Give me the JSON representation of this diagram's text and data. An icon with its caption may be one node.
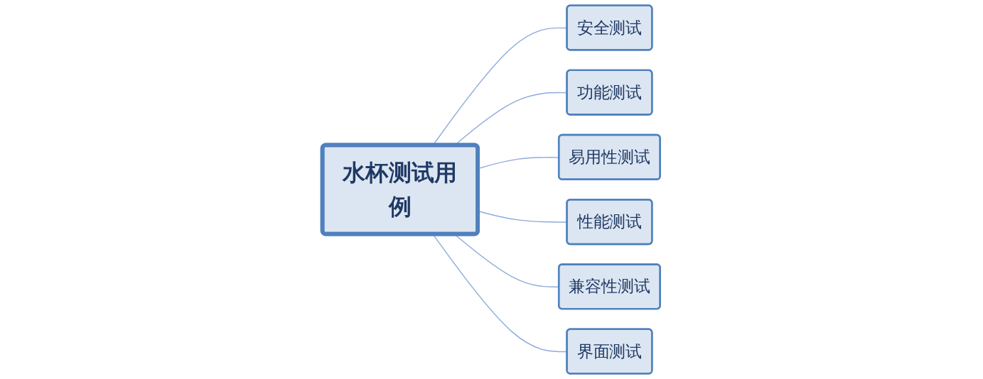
{
  "diagram": {
    "nodes": [
      {
        "text": [
          "水杯测试用例"
        ]
      },
      {
        "text": [
          "安全测试"
        ]
      },
      {
        "text": [
          "功能测试"
        ]
      },
      {
        "text": [
          "易用性测试"
        ]
      },
      {
        "text": [
          "性能测试"
        ]
      },
      {
        "text": [
          "兼容性测试"
        ]
      },
      {
        "text": [
          "界面测试"
        ]
      }
    ],
    "edges": [
      {
        "from": 0,
        "to": 1,
        "arrow": "none"
      },
      {
        "from": 0,
        "to": 2,
        "arrow": "none"
      },
      {
        "from": 0,
        "to": 3,
        "arrow": "none"
      },
      {
        "from": 0,
        "to": 4,
        "arrow": "none"
      },
      {
        "from": 0,
        "to": 5,
        "arrow": "none"
      },
      {
        "from": 0,
        "to": 6,
        "arrow": "none"
      }
    ]
  }
}
